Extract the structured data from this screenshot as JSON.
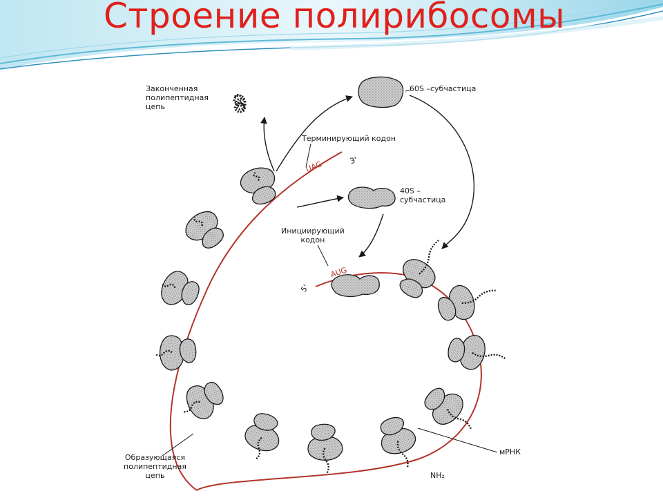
{
  "slide": {
    "title": "Строение полирибосомы"
  },
  "diagram": {
    "labels": {
      "finished_chain": "Законченная\nполипептидная\nцепь",
      "subunit_60s": "60S –субчастица",
      "terminating_codon": "Терминирующий кодон",
      "uag": "UAG",
      "three_prime": "3'",
      "subunit_40s": "40S –\nсубчастица",
      "initiating_codon": "Инициирующий\nкодон",
      "aug": "AUG",
      "five_prime": "5'",
      "forming_chain": "Образующаяся\nполипептидная\nцепь",
      "mrna": "мРНК",
      "nh2": "NH₂"
    },
    "colors": {
      "title": "#e0201c",
      "mrna_strand": "#b3342a",
      "ribosome_fill": "#c8c8c8",
      "outline": "#1a1a1a"
    }
  }
}
